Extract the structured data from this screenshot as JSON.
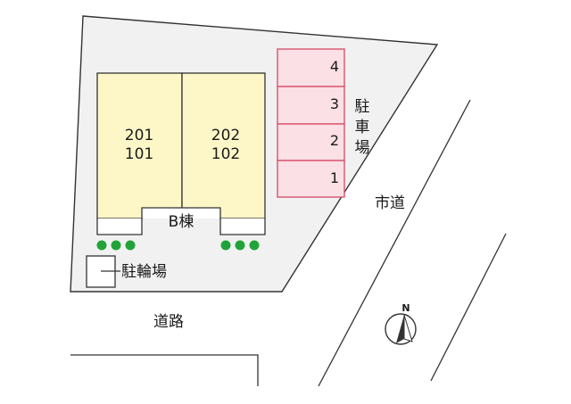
{
  "map": {
    "buildings": [
      {
        "upper": "201",
        "lower": "101"
      },
      {
        "upper": "202",
        "lower": "102"
      }
    ],
    "building_name": "B棟",
    "parking": {
      "label_chars": [
        "駐",
        "車",
        "場"
      ],
      "slots": [
        "4",
        "3",
        "2",
        "1"
      ]
    },
    "bicycle_parking": "駐輪場",
    "city_road_label": "市道",
    "road_label": "道路",
    "compass_label": "N",
    "colors": {
      "lot_fill": "#f1f1f1",
      "building_fill": "#fdf7c8",
      "parking_fill": "#fbe0e6",
      "parking_stroke": "#d9546e",
      "tree": "#22a339",
      "line": "#333333"
    },
    "trees_per_group": 3
  }
}
